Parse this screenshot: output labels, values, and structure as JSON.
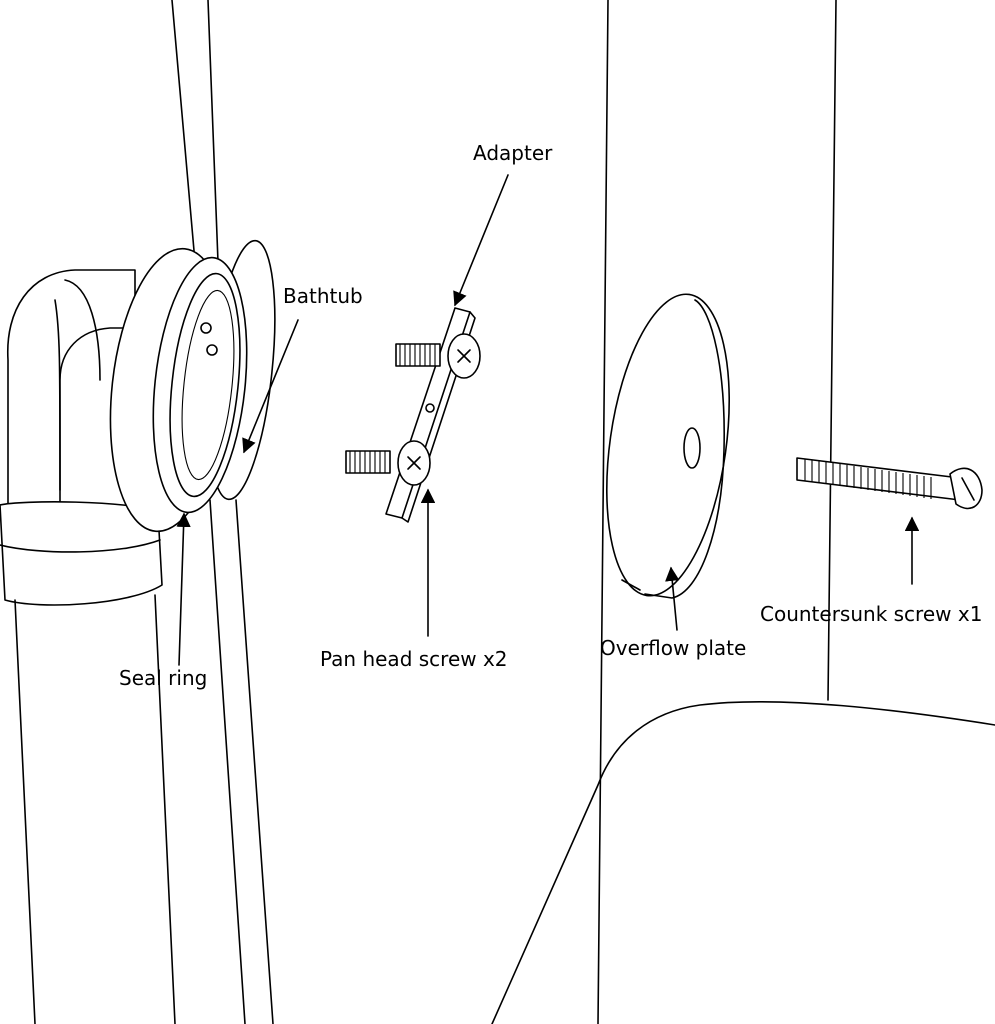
{
  "labels": {
    "adapter": "Adapter",
    "bathtub": "Bathtub",
    "pan_head_screw": "Pan head screw x2",
    "overflow_plate": "Overflow plate",
    "countersunk_screw": "Countersunk screw x1",
    "seal_ring": "Seal ring"
  },
  "colors": {
    "line": "#000000",
    "background": "#ffffff"
  }
}
